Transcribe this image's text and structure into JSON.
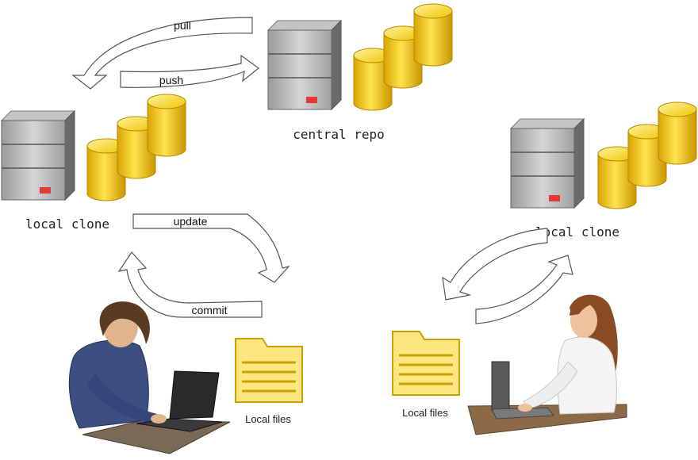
{
  "labels": {
    "central_repo": "central repo",
    "local_clone_left": "local clone",
    "local_clone_right": "local clone",
    "pull": "pull",
    "push": "push",
    "update": "update",
    "commit": "commit",
    "local_files_left": "Local files",
    "local_files_right": "Local files"
  },
  "icons": {
    "server": "server-icon",
    "database": "database-icon",
    "folder": "folder-icon",
    "user": "person-at-laptop"
  },
  "colors": {
    "server_body": "#a8a8a8",
    "server_side": "#6e6e6e",
    "server_led": "#e53935",
    "db_gold": "#f2c200",
    "db_top": "#ffe066",
    "folder_fill": "#ffe680",
    "folder_border": "#c9a100",
    "arrow_stroke": "#555555"
  }
}
